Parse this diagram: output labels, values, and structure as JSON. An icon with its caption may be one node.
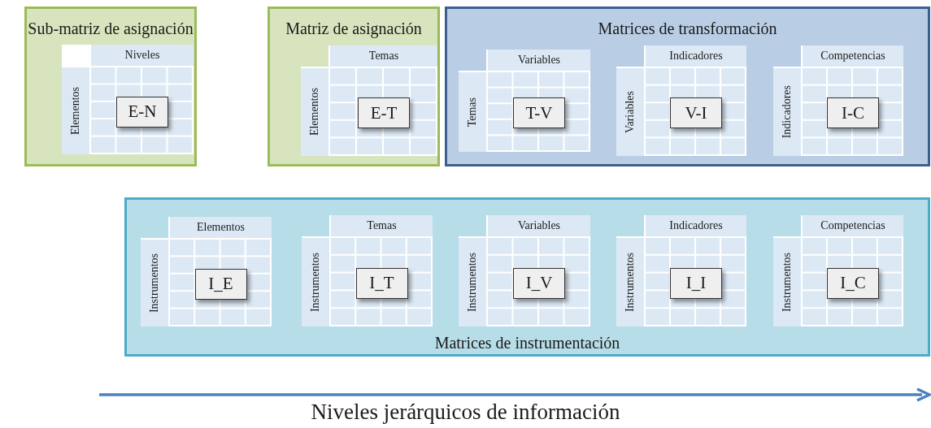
{
  "diagram": {
    "nodes": [
      {
        "text": [
          "Sub-matriz de asignación"
        ]
      },
      {
        "text": [
          "Niveles",
          "Elementos"
        ],
        "in": 0
      },
      {
        "text": [
          "E-N"
        ],
        "in": 1
      },
      {
        "text": [
          "Matriz de asignación"
        ]
      },
      {
        "text": [
          "Temas",
          "Elementos"
        ],
        "in": 3
      },
      {
        "text": [
          "E-T"
        ],
        "in": 4
      },
      {
        "text": [
          "Matrices de transformación"
        ]
      },
      {
        "text": [
          "Variables",
          "Temas"
        ],
        "in": 6
      },
      {
        "text": [
          "T-V"
        ],
        "in": 7
      },
      {
        "text": [
          "Indicadores",
          "Variables"
        ],
        "in": 6
      },
      {
        "text": [
          "V-I"
        ],
        "in": 9
      },
      {
        "text": [
          "Competencias",
          "Indicadores"
        ],
        "in": 6
      },
      {
        "text": [
          "I-C"
        ],
        "in": 11
      },
      {
        "text": [
          "Matrices de instrumentación"
        ]
      },
      {
        "text": [
          "Elementos",
          "Instrumentos"
        ],
        "in": 13
      },
      {
        "text": [
          "I_E"
        ],
        "in": 14
      },
      {
        "text": [
          "Temas",
          "Instrumentos"
        ],
        "in": 13
      },
      {
        "text": [
          "I_T"
        ],
        "in": 16
      },
      {
        "text": [
          "Variables",
          "Instrumentos"
        ],
        "in": 13
      },
      {
        "text": [
          "I_V"
        ],
        "in": 18
      },
      {
        "text": [
          "Indicadores",
          "Instrumentos"
        ],
        "in": 13
      },
      {
        "text": [
          "I_I"
        ],
        "in": 20
      },
      {
        "text": [
          "Competencias",
          "Instrumentos"
        ],
        "in": 13
      },
      {
        "text": [
          "I_C"
        ],
        "in": 22
      }
    ],
    "labels": [
      "Niveles jerárquicos de información"
    ]
  }
}
